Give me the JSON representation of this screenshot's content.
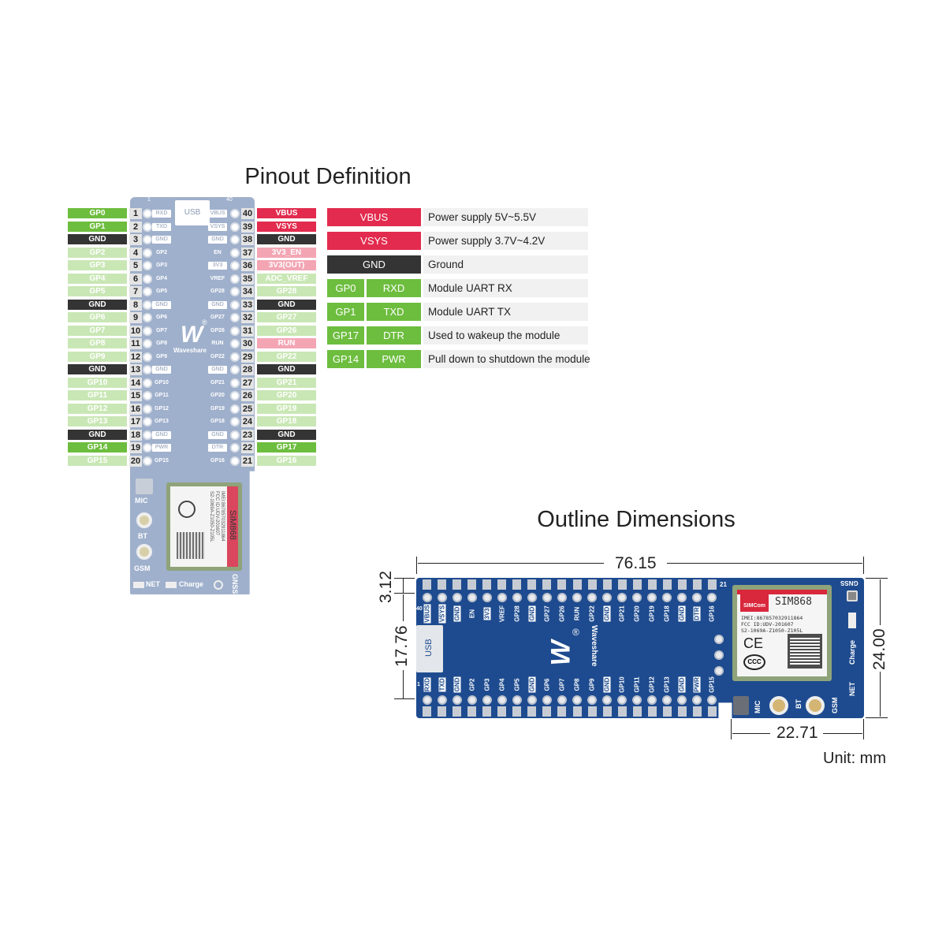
{
  "pinout": {
    "title": "Pinout Definition",
    "colors": {
      "green": "#6dbd3e",
      "light": "#c9e7b5",
      "black": "#343434",
      "red": "#e22b4e",
      "pink": "#f3a5b3"
    },
    "left_pins": [
      {
        "num": "1",
        "board": "RXD",
        "label": "GP0",
        "type": "green",
        "boxed": true
      },
      {
        "num": "2",
        "board": "TXD",
        "label": "GP1",
        "type": "green",
        "boxed": true
      },
      {
        "num": "3",
        "board": "GND",
        "label": "GND",
        "type": "black",
        "boxed": true
      },
      {
        "num": "4",
        "board": "GP2",
        "label": "GP2",
        "type": "light"
      },
      {
        "num": "5",
        "board": "GP3",
        "label": "GP3",
        "type": "light"
      },
      {
        "num": "6",
        "board": "GP4",
        "label": "GP4",
        "type": "light"
      },
      {
        "num": "7",
        "board": "GP5",
        "label": "GP5",
        "type": "light"
      },
      {
        "num": "8",
        "board": "GND",
        "label": "GND",
        "type": "black",
        "boxed": true
      },
      {
        "num": "9",
        "board": "GP6",
        "label": "GP6",
        "type": "light"
      },
      {
        "num": "10",
        "board": "GP7",
        "label": "GP7",
        "type": "light"
      },
      {
        "num": "11",
        "board": "GP8",
        "label": "GP8",
        "type": "light"
      },
      {
        "num": "12",
        "board": "GP9",
        "label": "GP9",
        "type": "light"
      },
      {
        "num": "13",
        "board": "GND",
        "label": "GND",
        "type": "black",
        "boxed": true
      },
      {
        "num": "14",
        "board": "GP10",
        "label": "GP10",
        "type": "light"
      },
      {
        "num": "15",
        "board": "GP11",
        "label": "GP11",
        "type": "light"
      },
      {
        "num": "16",
        "board": "GP12",
        "label": "GP12",
        "type": "light"
      },
      {
        "num": "17",
        "board": "GP13",
        "label": "GP13",
        "type": "light"
      },
      {
        "num": "18",
        "board": "GND",
        "label": "GND",
        "type": "black",
        "boxed": true
      },
      {
        "num": "19",
        "board": "PWR",
        "label": "GP14",
        "type": "green",
        "boxed": true
      },
      {
        "num": "20",
        "board": "GP15",
        "label": "GP15",
        "type": "light"
      }
    ],
    "right_pins": [
      {
        "num": "40",
        "board": "VBUS",
        "label": "VBUS",
        "type": "red",
        "boxed": true
      },
      {
        "num": "39",
        "board": "VSYS",
        "label": "VSYS",
        "type": "red",
        "boxed": true
      },
      {
        "num": "38",
        "board": "GND",
        "label": "GND",
        "type": "black",
        "boxed": true
      },
      {
        "num": "37",
        "board": "EN",
        "label": "3V3_EN",
        "type": "pink"
      },
      {
        "num": "36",
        "board": "3V3",
        "label": "3V3(OUT)",
        "type": "pink",
        "boxed": true
      },
      {
        "num": "35",
        "board": "VREF",
        "label": "ADC_VREF",
        "type": "light"
      },
      {
        "num": "34",
        "board": "GP28",
        "label": "GP28",
        "type": "light"
      },
      {
        "num": "33",
        "board": "GND",
        "label": "GND",
        "type": "black",
        "boxed": true
      },
      {
        "num": "32",
        "board": "GP27",
        "label": "GP27",
        "type": "light"
      },
      {
        "num": "31",
        "board": "GP26",
        "label": "GP26",
        "type": "light"
      },
      {
        "num": "30",
        "board": "RUN",
        "label": "RUN",
        "type": "pink"
      },
      {
        "num": "29",
        "board": "GP22",
        "label": "GP22",
        "type": "light"
      },
      {
        "num": "28",
        "board": "GND",
        "label": "GND",
        "type": "black",
        "boxed": true
      },
      {
        "num": "27",
        "board": "GP21",
        "label": "GP21",
        "type": "light"
      },
      {
        "num": "26",
        "board": "GP20",
        "label": "GP20",
        "type": "light"
      },
      {
        "num": "25",
        "board": "GP19",
        "label": "GP19",
        "type": "light"
      },
      {
        "num": "24",
        "board": "GP18",
        "label": "GP18",
        "type": "light"
      },
      {
        "num": "23",
        "board": "GND",
        "label": "GND",
        "type": "black",
        "boxed": true
      },
      {
        "num": "22",
        "board": "DTR",
        "label": "GP17",
        "type": "green",
        "boxed": true
      },
      {
        "num": "21",
        "board": "GP16",
        "label": "GP16",
        "type": "light"
      }
    ],
    "board": {
      "usb": "USB",
      "pin1": "1",
      "pin40": "40",
      "brand": "Waveshare",
      "registered": "®",
      "mic": "MIC",
      "bt": "BT",
      "gsm": "GSM",
      "net": "NET",
      "charge": "Charge",
      "gnss": "GNSS"
    },
    "legend": [
      {
        "pins": [
          "VBUS"
        ],
        "type": "red",
        "desc": "Power supply 5V~5.5V"
      },
      {
        "pins": [
          "VSYS"
        ],
        "type": "red",
        "desc": "Power supply 3.7V~4.2V"
      },
      {
        "pins": [
          "GND"
        ],
        "type": "black",
        "desc": "Ground"
      },
      {
        "pins": [
          "GP0",
          "RXD"
        ],
        "type": "green",
        "desc": "Module UART RX"
      },
      {
        "pins": [
          "GP1",
          "TXD"
        ],
        "type": "green",
        "desc": "Module UART TX"
      },
      {
        "pins": [
          "GP17",
          "DTR"
        ],
        "type": "green",
        "desc": "Used to wakeup the module"
      },
      {
        "pins": [
          "GP14",
          "PWR"
        ],
        "type": "green",
        "desc": "Pull down to shutdown the module"
      }
    ]
  },
  "module": {
    "brand": "SIMCom",
    "name": "SIM868",
    "imei": "IMEI:867857032911864",
    "fcc": "FCC ID:UDV-201607",
    "code": "S2-1069A-Z1050-Z105L",
    "ce": "CE",
    "ccc": "CCC"
  },
  "outline": {
    "title": "Outline Dimensions",
    "top_labels": [
      "VBUS",
      "VSYS",
      "GND",
      "EN",
      "3V3",
      "VREF",
      "GP28",
      "GND",
      "GP27",
      "GP26",
      "RUN",
      "GP22",
      "GND",
      "GP21",
      "GP20",
      "GP19",
      "GP18",
      "GND",
      "DTR",
      "GP16"
    ],
    "top_boxed": [
      "VBUS",
      "VSYS",
      "GND",
      "3V3",
      "DTR"
    ],
    "bottom_labels": [
      "RXD",
      "TXD",
      "GND",
      "GP2",
      "GP3",
      "GP4",
      "GP5",
      "GND",
      "GP6",
      "GP7",
      "GP8",
      "GP9",
      "GND",
      "GP10",
      "GP11",
      "GP12",
      "GP13",
      "GND",
      "PWR",
      "GP15"
    ],
    "bottom_boxed": [
      "RXD",
      "TXD",
      "GND",
      "PWR"
    ],
    "pin40": "40",
    "pin21": "21",
    "pin1": "1",
    "dims": {
      "length": "76.15",
      "height": "24.00",
      "pin_row": "3.12",
      "usb": "17.76",
      "module": "22.71"
    },
    "unit": "Unit: mm"
  }
}
